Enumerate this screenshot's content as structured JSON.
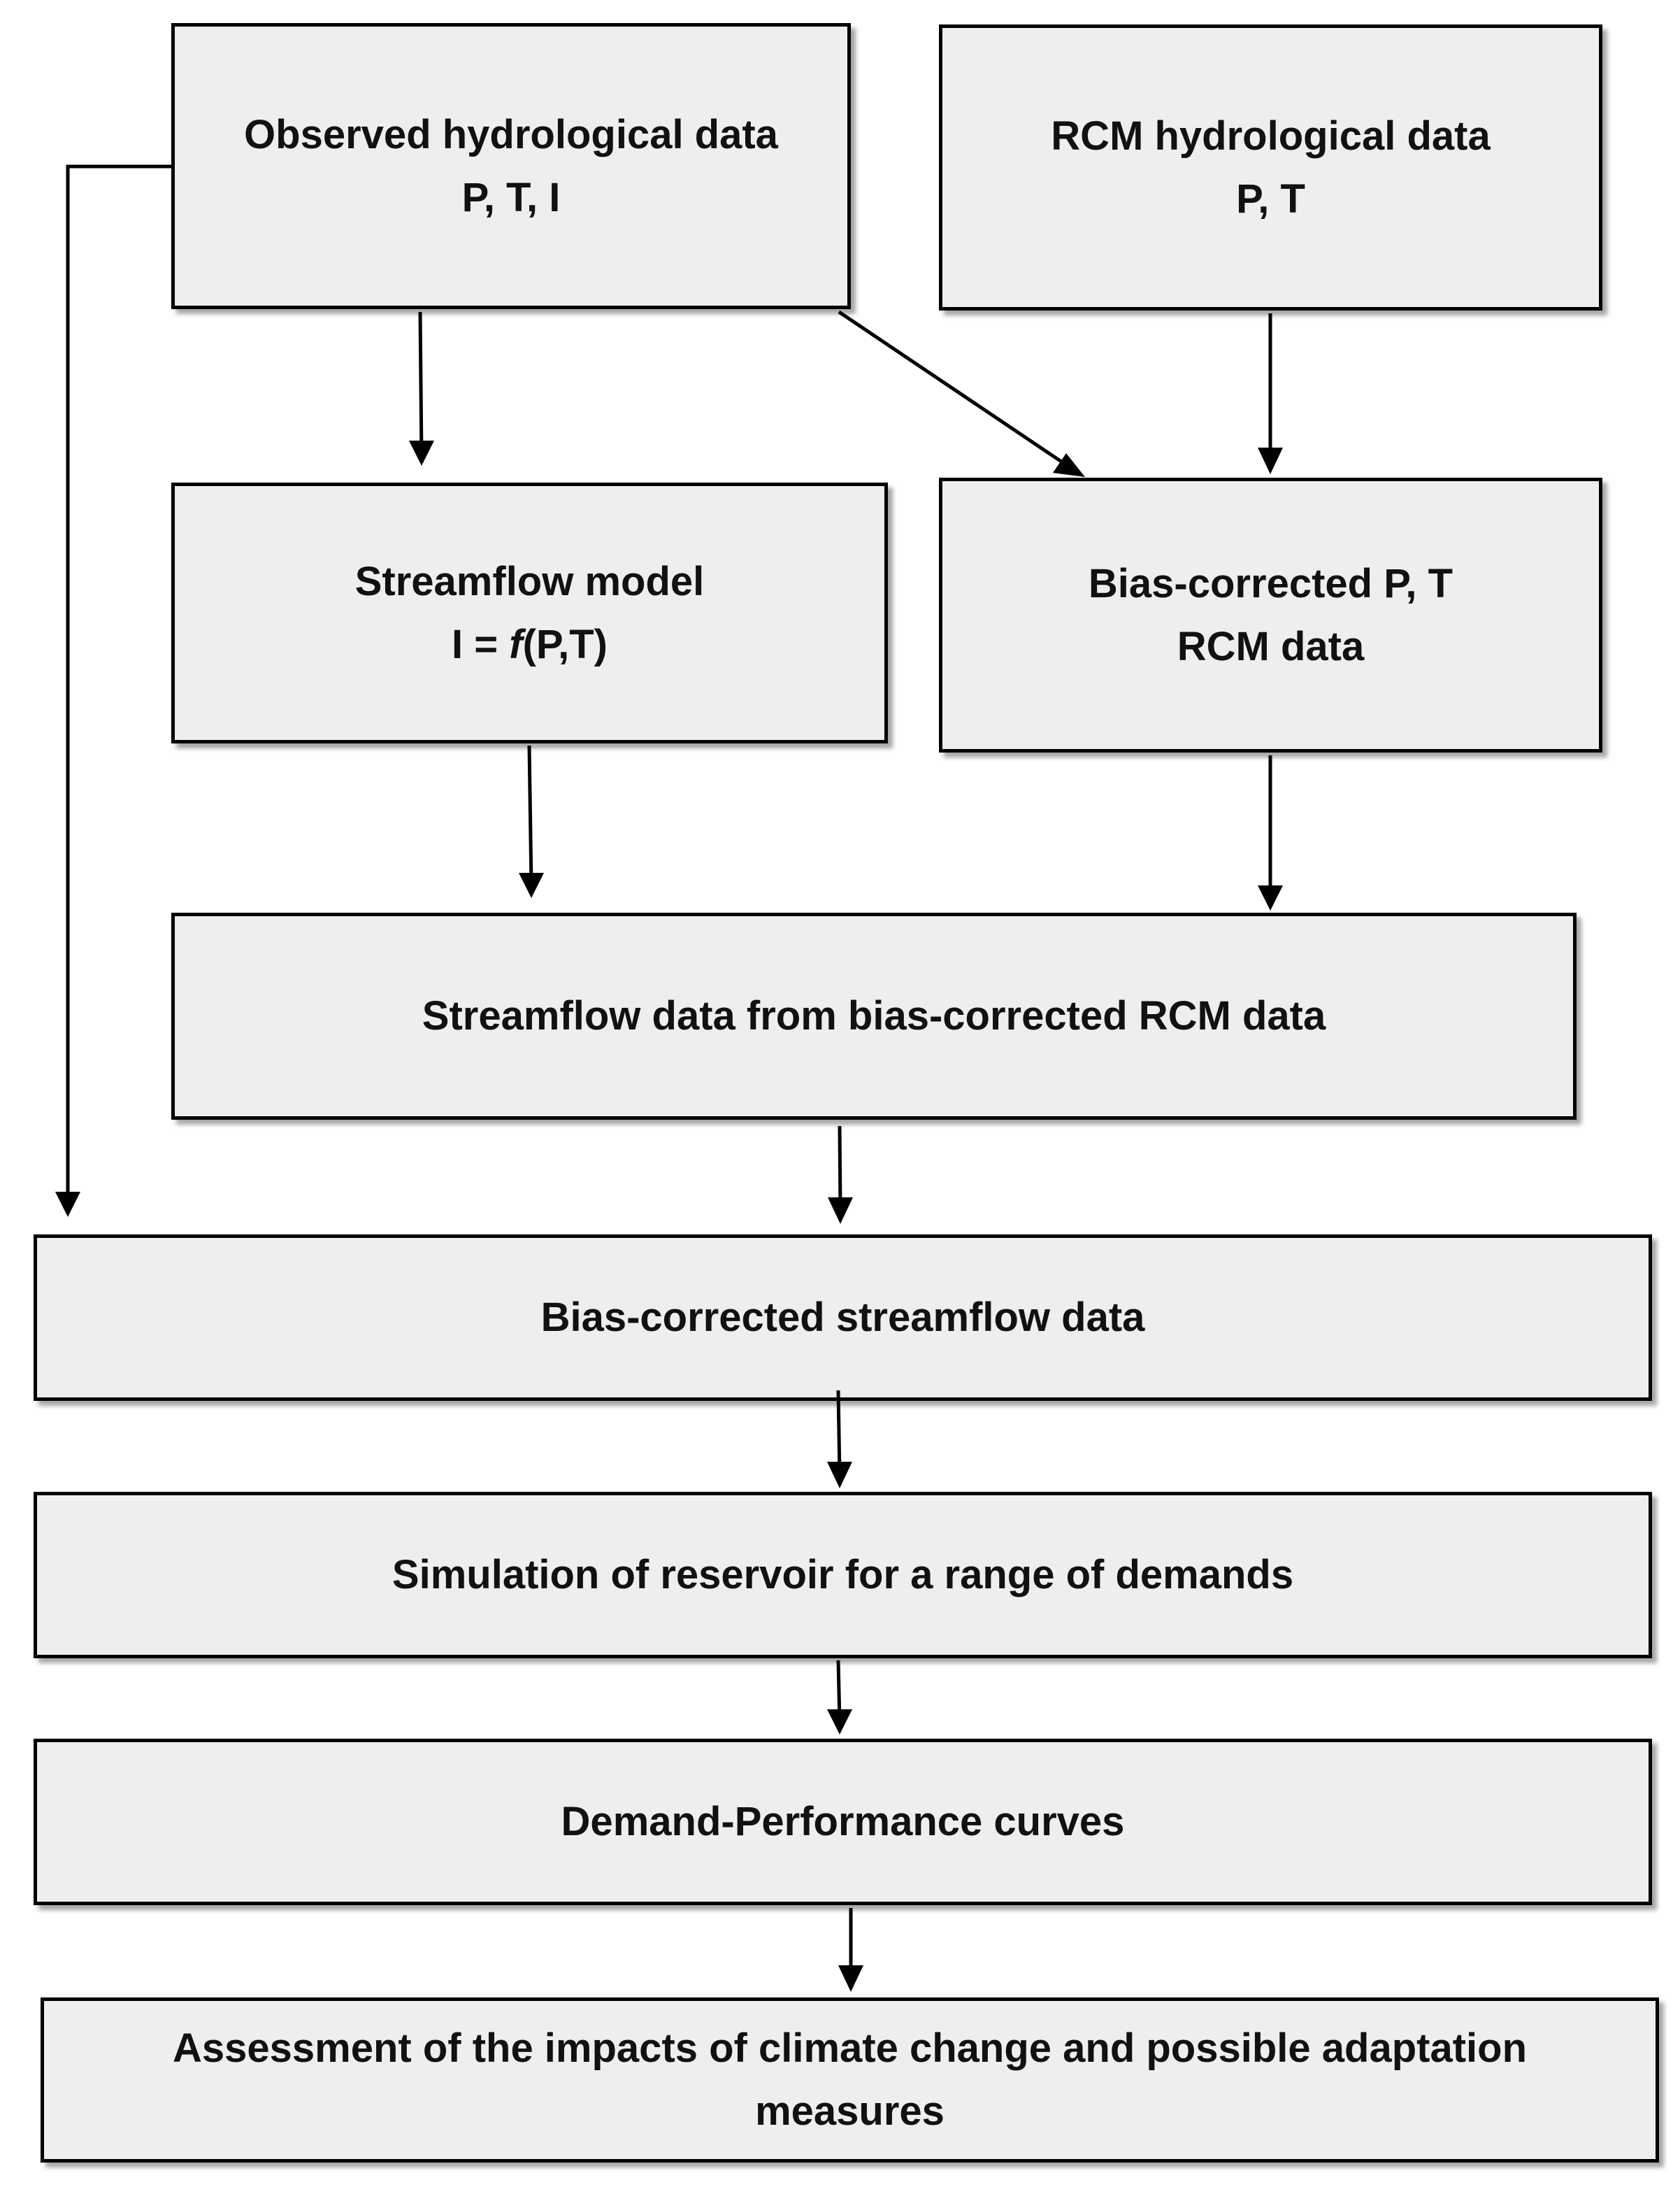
{
  "boxes": {
    "observed": {
      "line1": "Observed hydrological data",
      "line2": "P, T, I"
    },
    "rcm": {
      "line1": "RCM hydrological data",
      "line2": "P, T"
    },
    "streamflow_model": {
      "line1": "Streamflow model",
      "line2_prefix": "I = ",
      "line2_func": "f",
      "line2_suffix": "(P,T)"
    },
    "bias_corrected_pt": {
      "line1": "Bias-corrected P, T",
      "line2": "RCM data"
    },
    "streamflow_rcm": {
      "line1": "Streamflow data from bias-corrected RCM data"
    },
    "bias_streamflow": {
      "line1": "Bias-corrected streamflow data"
    },
    "simulation": {
      "line1": "Simulation of reservoir for a range of demands"
    },
    "demand_performance": {
      "line1": "Demand-Performance curves"
    },
    "assessment": {
      "line1": "Assessment of the impacts of climate change and possible adaptation",
      "line2": "measures"
    }
  },
  "colors": {
    "box_fill": "#eeeeee",
    "border": "#000000",
    "text": "#111111"
  }
}
